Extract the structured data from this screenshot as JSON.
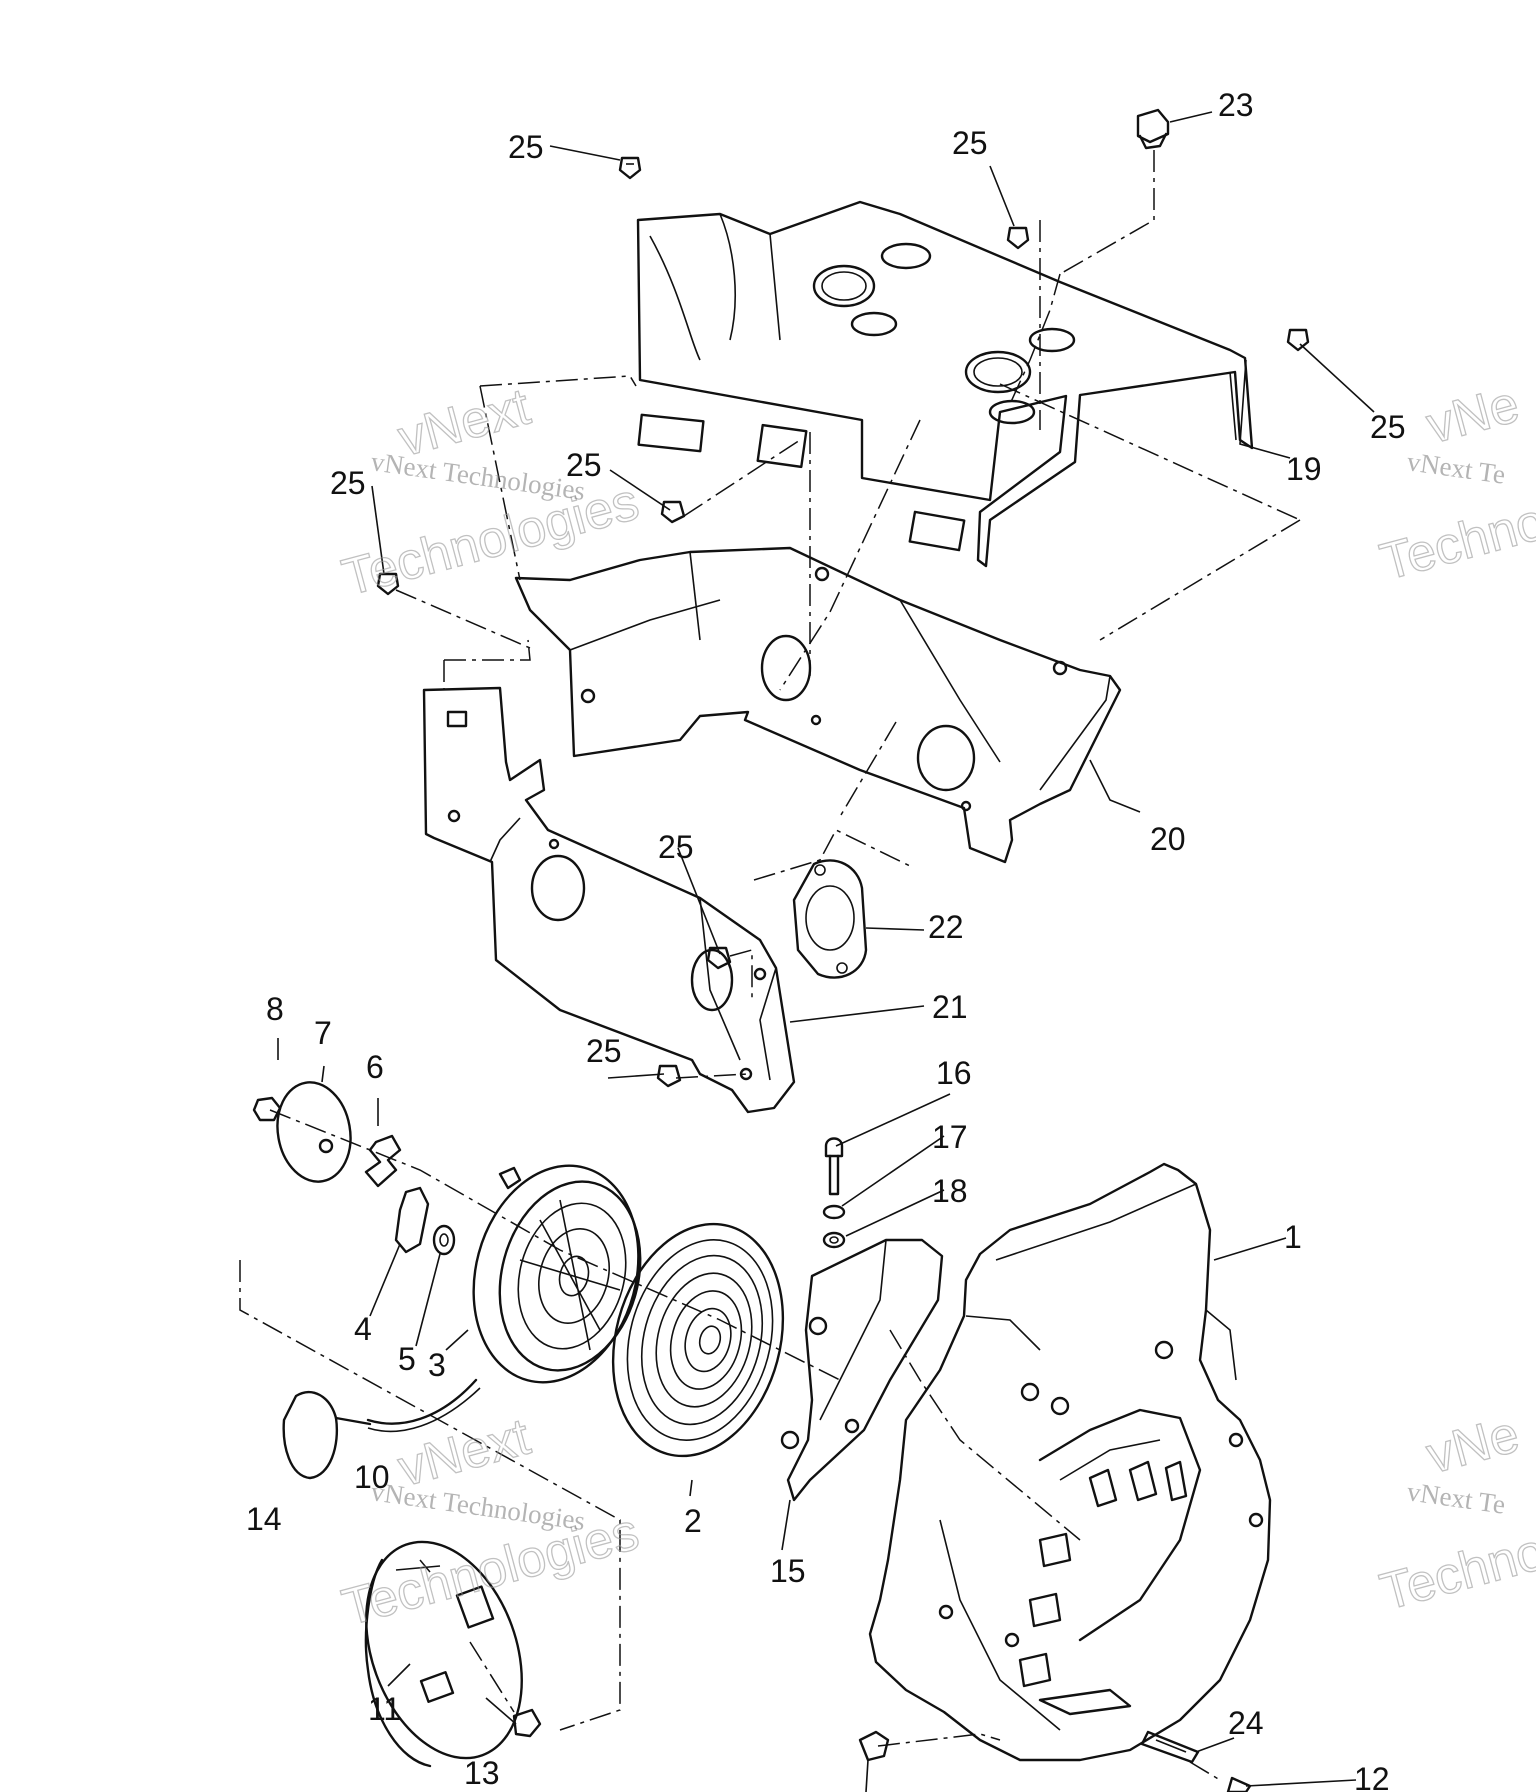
{
  "callouts": [
    {
      "id": "c23a",
      "text": "23"
    },
    {
      "id": "c25a",
      "text": "25"
    },
    {
      "id": "c25b",
      "text": "25"
    },
    {
      "id": "c25c",
      "text": "25"
    },
    {
      "id": "c25d",
      "text": "25"
    },
    {
      "id": "c25e",
      "text": "25"
    },
    {
      "id": "c25f",
      "text": "25"
    },
    {
      "id": "c25g",
      "text": "25"
    },
    {
      "id": "c19",
      "text": "19"
    },
    {
      "id": "c20",
      "text": "20"
    },
    {
      "id": "c22",
      "text": "22"
    },
    {
      "id": "c21",
      "text": "21"
    },
    {
      "id": "c16",
      "text": "16"
    },
    {
      "id": "c17",
      "text": "17"
    },
    {
      "id": "c18",
      "text": "18"
    },
    {
      "id": "c1",
      "text": "1"
    },
    {
      "id": "c8",
      "text": "8"
    },
    {
      "id": "c7",
      "text": "7"
    },
    {
      "id": "c6",
      "text": "6"
    },
    {
      "id": "c4",
      "text": "4"
    },
    {
      "id": "c5",
      "text": "5"
    },
    {
      "id": "c3",
      "text": "3"
    },
    {
      "id": "c14",
      "text": "14"
    },
    {
      "id": "c10",
      "text": "10"
    },
    {
      "id": "c2",
      "text": "2"
    },
    {
      "id": "c15",
      "text": "15"
    },
    {
      "id": "c11",
      "text": "11"
    },
    {
      "id": "c13",
      "text": "13"
    },
    {
      "id": "c24",
      "text": "24"
    },
    {
      "id": "c12",
      "text": "12"
    }
  ],
  "watermark": {
    "line1": "vNext Technologies",
    "line2a": "vNext",
    "line2b": "Technologies",
    "partial1": "vNext Te",
    "partial2": "Techno",
    "partial3": "vNe"
  }
}
